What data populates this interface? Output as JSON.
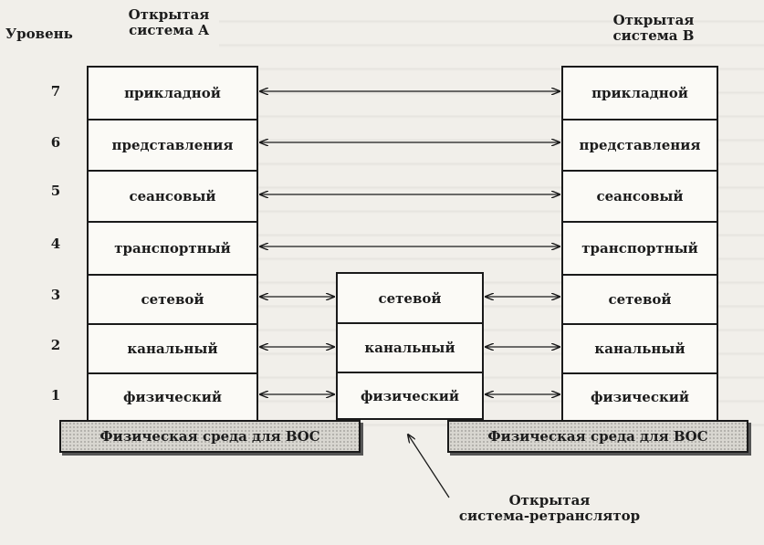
{
  "headers": {
    "level": "Уровень",
    "system_a": [
      "Открытая",
      "система A"
    ],
    "system_b": [
      "Открытая",
      "система B"
    ],
    "relay": [
      "Открытая",
      "система-ретранслятор"
    ]
  },
  "levels": [
    "7",
    "6",
    "5",
    "4",
    "3",
    "2",
    "1"
  ],
  "system_a_layers": [
    "прикладной",
    "представления",
    "сеансовый",
    "транспортный",
    "сетевой",
    "канальный",
    "физический"
  ],
  "system_b_layers": [
    "прикладной",
    "представления",
    "сеансовый",
    "транспортный",
    "сетевой",
    "канальный",
    "физический"
  ],
  "relay_layers": [
    "сетевой",
    "канальный",
    "физический"
  ],
  "media_left": "Физическая среда для ВОС",
  "media_right": "Физическая среда для ВОС"
}
